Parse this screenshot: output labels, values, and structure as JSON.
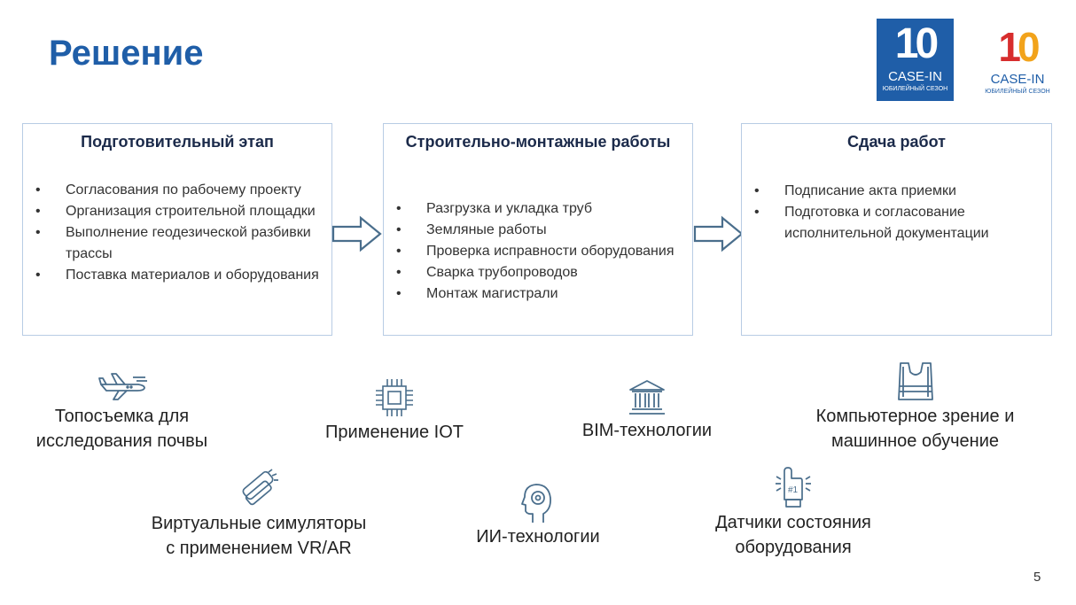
{
  "title": "Решение",
  "logos": {
    "number": "10",
    "text": "CASE-IN",
    "subtitle": "ЮБИЛЕЙНЫЙ СЕЗОН"
  },
  "stages": [
    {
      "title": "Подготовительный этап",
      "items": [
        "Согласования по рабочему проекту",
        "Организация строительной площадки",
        "Выполнение геодезической разбивки трассы",
        "Поставка материалов и оборудования"
      ]
    },
    {
      "title": "Строительно-монтажные работы",
      "items": [
        "Разгрузка и укладка труб",
        "Земляные работы",
        "Проверка исправности оборудования",
        "Сварка трубопроводов",
        "Монтаж магистрали"
      ]
    },
    {
      "title": "Сдача работ",
      "items": [
        "Подписание акта приемки",
        "Подготовка и согласование исполнительной документации"
      ]
    }
  ],
  "features": {
    "topo": {
      "line1": "Топосъемка для",
      "line2": "исследования почвы",
      "icon": "airplane-icon"
    },
    "iot": {
      "line1": "Применение IOT",
      "icon": "chip-icon"
    },
    "bim": {
      "line1": "BIM-технологии",
      "icon": "building-icon"
    },
    "cv": {
      "line1": "Компьютерное зрение и",
      "line2": "машинное обучение",
      "icon": "vest-icon"
    },
    "vr": {
      "line1": "Виртуальные симуляторы",
      "line2": "с применением VR/AR",
      "icon": "vr-headset-icon"
    },
    "ai": {
      "line1": "ИИ-технологии",
      "icon": "head-ai-icon"
    },
    "sensors": {
      "line1": "Датчики состояния",
      "line2": "оборудования",
      "icon": "sensor-hand-icon"
    }
  },
  "colors": {
    "accent": "#1f5ea8",
    "box_border": "#b8cce4",
    "icon": "#4a6e8c"
  },
  "page_number": "5"
}
